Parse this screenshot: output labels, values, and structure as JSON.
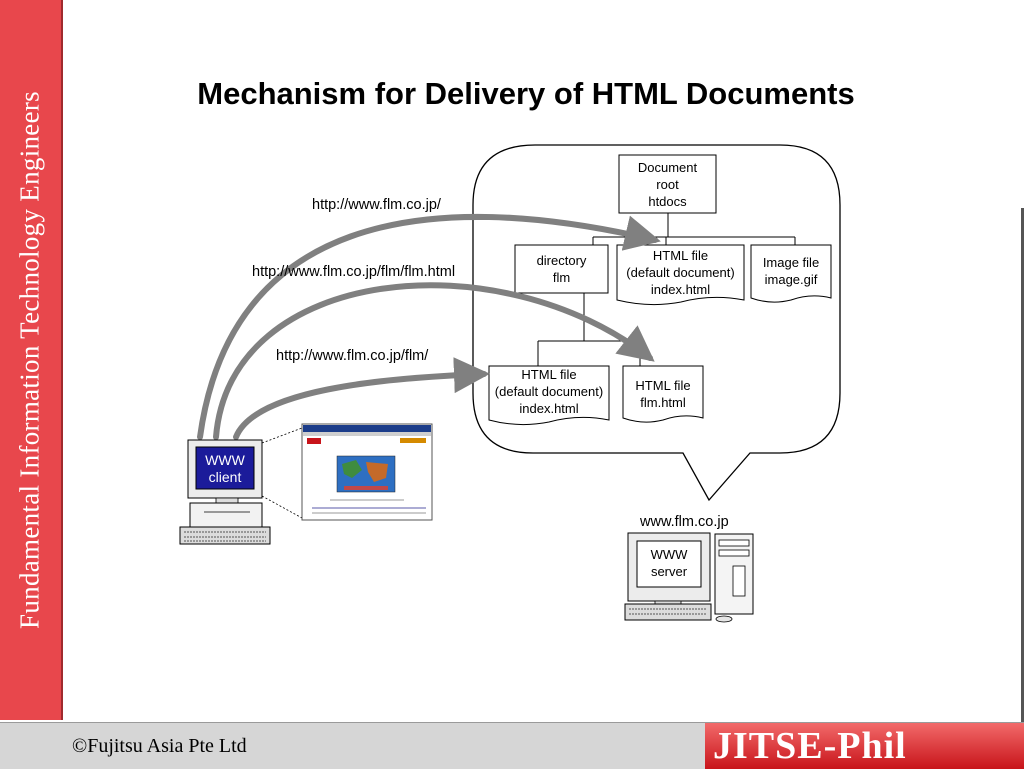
{
  "slide": {
    "title": "Mechanism for Delivery of HTML Documents",
    "sidebar_text": "Fundamental Information Technology Engineers",
    "footer_copyright": "©Fujitsu Asia Pte Ltd",
    "footer_logo": "JITSE-Phil"
  },
  "diagram": {
    "server_host": "www.flm.co.jp",
    "urls": {
      "root": "http://www.flm.co.jp/",
      "flm_file": "http://www.flm.co.jp/flm/flm.html",
      "flm_dir": "http://www.flm.co.jp/flm/"
    },
    "nodes": {
      "docroot": {
        "line1": "Document",
        "line2": "root",
        "line3": "htdocs"
      },
      "directory": {
        "line1": "directory",
        "line2": "flm"
      },
      "html_root": {
        "line1": "HTML file",
        "line2": "(default document)",
        "line3": "index.html"
      },
      "image": {
        "line1": "Image file",
        "line2": "image.gif"
      },
      "html_flm_index": {
        "line1": "HTML file",
        "line2": "(default document)",
        "line3": "index.html"
      },
      "html_flm_file": {
        "line1": "HTML file",
        "line2": "flm.html"
      }
    },
    "client": {
      "line1": "WWW",
      "line2": "client"
    },
    "server": {
      "line1": "WWW",
      "line2": "server"
    }
  }
}
